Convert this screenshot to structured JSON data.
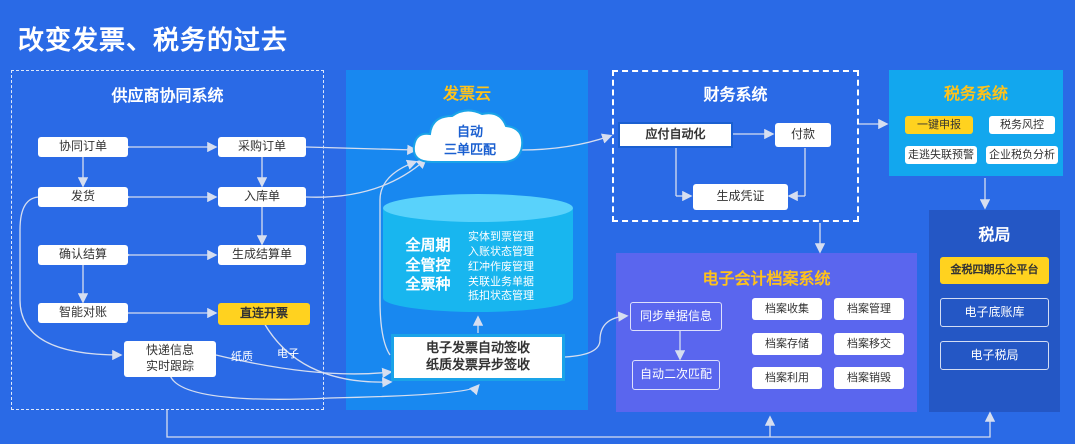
{
  "page_title": "改变发票、税务的过去",
  "supplier": {
    "title": "供应商协同系统",
    "nodes": {
      "collab_order": "协同订单",
      "purchase_order": "采购订单",
      "ship": "发货",
      "stock_in": "入库单",
      "confirm_settle": "确认结算",
      "gen_settle": "生成结算单",
      "smart_reconcile": "智能对账",
      "direct_invoice": "直连开票",
      "express_track": "快递信息\n实时跟踪"
    },
    "edge_paper": "纸质",
    "edge_electronic": "电子"
  },
  "invoice_cloud": {
    "title": "发票云",
    "cloud_text": "自动\n三单匹配",
    "db_left": "全周期\n全管控\n全票种",
    "db_right": [
      "实体到票管理",
      "入账状态管理",
      "红冲作废管理",
      "关联业务单据",
      "抵扣状态管理"
    ],
    "bottom_box": "电子发票自动签收\n纸质发票异步签收"
  },
  "finance": {
    "title": "财务系统",
    "ap_auto": "应付自动化",
    "payment": "付款",
    "voucher": "生成凭证"
  },
  "tax_system": {
    "title": "税务系统",
    "items": [
      "一键申报",
      "税务风控",
      "走逃失联预警",
      "企业税负分析"
    ]
  },
  "tax_bureau": {
    "title": "税局",
    "items": [
      "金税四期乐企平台",
      "电子底账库",
      "电子税局"
    ]
  },
  "archive": {
    "title": "电子会计档案系统",
    "sync": "同步单据信息",
    "auto_match": "自动二次匹配",
    "items": [
      "档案收集",
      "档案管理",
      "档案存储",
      "档案移交",
      "档案利用",
      "档案销毁"
    ]
  }
}
